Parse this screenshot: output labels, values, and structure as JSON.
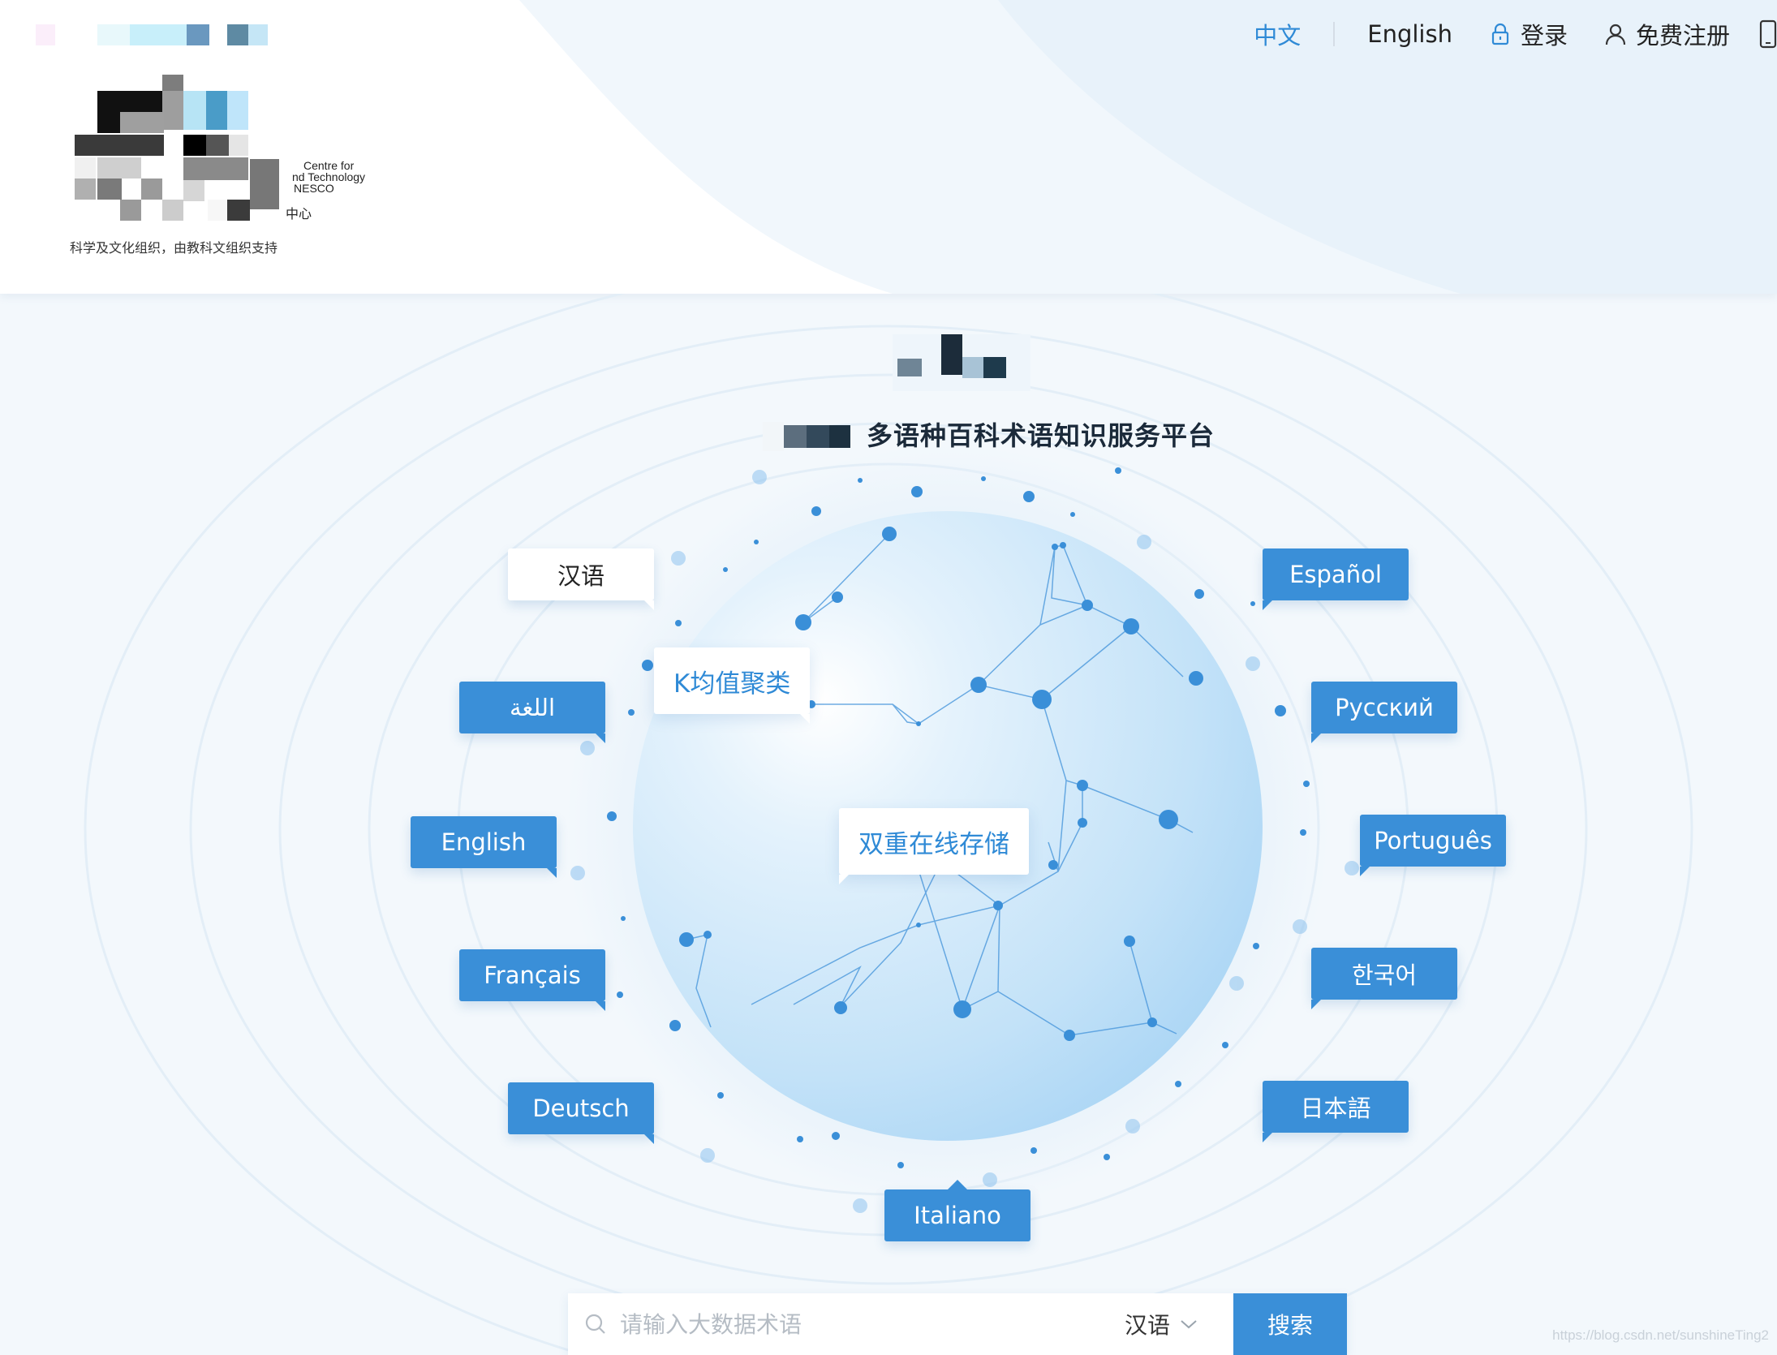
{
  "logo": {
    "line1": "Centre for",
    "line2": "nd Technology",
    "line3": "NESCO",
    "line4": "中心",
    "caption": "科学及文化组织，由教科文组织支持"
  },
  "nav": {
    "lang_zh": "中文",
    "lang_en": "English",
    "login": "登录",
    "register": "免费注册",
    "icons": [
      "lock-icon",
      "user-icon",
      "mobile-icon"
    ]
  },
  "hero": {
    "subtitle": "多语种百科术语知识服务平台"
  },
  "languages": [
    "汉语",
    "اللغة",
    "English",
    "Français",
    "Deutsch",
    "Italiano",
    "日本語",
    "한국어",
    "Português",
    "Русский",
    "Español"
  ],
  "terms": {
    "term1": "K均值聚类",
    "term2": "双重在线存储"
  },
  "search": {
    "placeholder": "请输入大数据术语",
    "language": "汉语",
    "button": "搜索"
  },
  "watermark": "https://blog.csdn.net/sunshineTing2",
  "colors": {
    "accent": "#3a8fd8",
    "globe": "#bfe0f8",
    "background": "#f3f8fc"
  }
}
